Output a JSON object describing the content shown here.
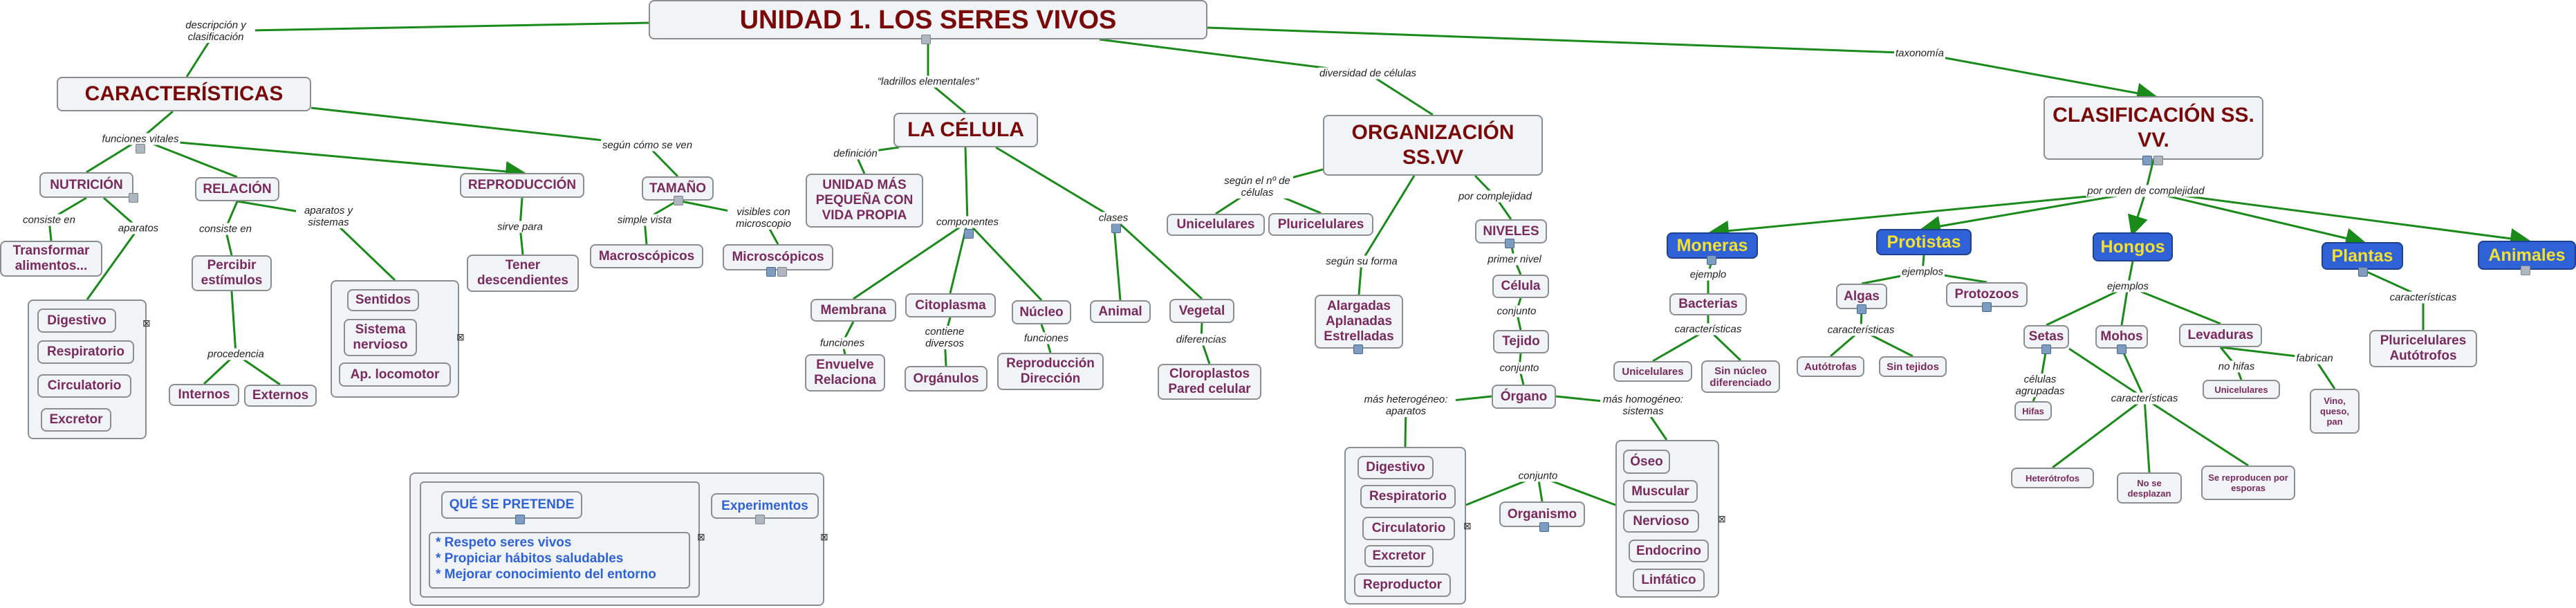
{
  "colors": {
    "link": "#1a8a1a",
    "title": "#7a0a0a",
    "node_text": "#7a2a5e",
    "node_bg": "#f1f4f6",
    "blue_node": "#2f62d6",
    "blue_node_text": "#f4e033"
  },
  "nodes": {
    "unidad": "UNIDAD 1. LOS SERES VIVOS",
    "caracteristicas": "CARACTERÍSTICAS",
    "la_celula": "LA CÉLULA",
    "organizacion": "ORGANIZACIÓN SS.VV",
    "clasificacion": "CLASIFICACIÓN SS. VV.",
    "nutricion": "NUTRICIÓN",
    "relacion": "RELACIÓN",
    "reproduccion": "REPRODUCCIÓN",
    "transformar": "Transformar alimentos...",
    "percibir": "Percibir estímulos",
    "tener_descendientes": "Tener descendientes",
    "internos": "Internos",
    "externos": "Externos",
    "aparatos": [
      "Digestivo",
      "Respiratorio",
      "Circulatorio",
      "Excretor"
    ],
    "sentidos": "Sentidos",
    "sistema_nervioso": "Sistema nervioso",
    "ap_locomotor": "Ap. locomotor",
    "tamano": "TAMAÑO",
    "macroscopicos": "Macroscópicos",
    "microscopicos": "Microscópicos",
    "unidad_pequena": "UNIDAD MÁS PEQUEÑA CON VIDA PROPIA",
    "membrana": "Membrana",
    "citoplasma": "Citoplasma",
    "nucleo": "Núcleo",
    "envuelve": "Envuelve Relaciona",
    "organulos": "Orgánulos",
    "reproduccion_direccion": "Reproducción Dirección",
    "animal": "Animal",
    "vegetal": "Vegetal",
    "cloroplastos": "Cloroplastos Pared celular",
    "unicelulares": "Unicelulares",
    "pluricelulares": "Pluricelulares",
    "alargadas": "Alargadas Aplanadas Estrelladas",
    "niveles": "NIVELES",
    "celula": "Célula",
    "tejido": "Tejido",
    "organo": "Órgano",
    "organismo": "Organismo",
    "organos_aparatos": [
      "Digestivo",
      "Respiratorio",
      "Circulatorio",
      "Excretor",
      "Reproductor"
    ],
    "organos_sistemas": [
      "Óseo",
      "Muscular",
      "Nervioso",
      "Endocrino",
      "Linfático"
    ],
    "moneras": "Moneras",
    "bacterias": "Bacterias",
    "mon_unicelulares": "Unicelulares",
    "sin_nucleo": "Sin núcleo diferenciado",
    "protistas": "Protistas",
    "algas": "Algas",
    "protozoos": "Protozoos",
    "autotrofas": "Autótrofas",
    "sin_tejidos": "Sin tejidos",
    "hongos": "Hongos",
    "setas": "Setas",
    "mohos": "Mohos",
    "levaduras": "Levaduras",
    "hifas": "Hifas",
    "lev_unicelulares": "Unicelulares",
    "vino": "Vino, queso, pan",
    "heterotrofos": "Heterótrofos",
    "no_desplazan": "No se desplazan",
    "esporas": "Se reproducen por esporas",
    "plantas": "Plantas",
    "pluricelulares_autotrofos": "Pluricelulares Autótrofos",
    "animales": "Animales",
    "que_se_pretende": "QUÉ SE PRETENDE",
    "experimentos": "Experimentos",
    "pretende_bullets": [
      "* Respeto seres vivos",
      "* Propiciar hábitos saludables",
      "* Mejorar conocimiento del entorno"
    ]
  },
  "links": {
    "descripcion": "descripción y clasificación",
    "ladrillos": "\"ladrillos elementales\"",
    "diversidad": "diversidad de células",
    "taxonomia": "taxonomía",
    "funciones_vitales": "funciones vitales",
    "segun_como": "según cómo se ven",
    "consiste_en_1": "consiste en",
    "aparatos": "aparatos",
    "consiste_en_2": "consiste en",
    "aparatos_sistemas": "aparatos y sistemas",
    "sirve_para": "sirve para",
    "procedencia": "procedencia",
    "simple_vista": "simple vista",
    "visibles": "visibles con microscopio",
    "definicion": "definición",
    "componentes": "componentes",
    "clases": "clases",
    "funciones_1": "funciones",
    "contiene": "contiene diversos",
    "funciones_2": "funciones",
    "diferencias": "diferencias",
    "segun_numero": "según el nº de células",
    "segun_forma": "según su forma",
    "por_complejidad": "por complejidad",
    "primer_nivel": "primer nivel",
    "conjunto_1": "conjunto",
    "conjunto_2": "conjunto",
    "mas_heterogeneo": "más heterogéneo: aparatos",
    "mas_homogeneo": "más homogéneo: sistemas",
    "conjunto_3": "conjunto",
    "por_orden": "por orden de complejidad",
    "ejemplo": "ejemplo",
    "caracteristicas_1": "características",
    "ejemplos_1": "ejemplos",
    "caracteristicas_2": "características",
    "ejemplos_2": "ejemplos",
    "no_hifas": "no hifas",
    "fabrican": "fabrican",
    "celulas_agrupadas": "células agrupadas",
    "caracteristicas_3": "características",
    "caracteristicas_4": "características"
  }
}
